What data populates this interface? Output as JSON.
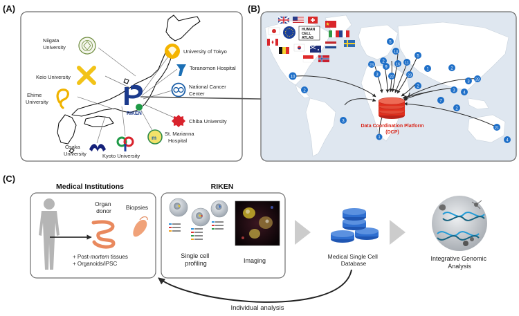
{
  "panel_a": {
    "label": "(A)",
    "institutions": {
      "niigata": [
        "Niigata",
        "University"
      ],
      "keio": "Keio University",
      "ehime": [
        "Ehime",
        "University"
      ],
      "osaka": [
        "Osaka",
        "University"
      ],
      "kyoto": "Kyoto University",
      "tokyo": "University of Tokyo",
      "toranomon": "Toranomon Hospital",
      "ncc": [
        "National Cancer",
        "Center"
      ],
      "chiba": "Chiba University",
      "marianna": [
        "St. Marianna",
        "Hospital"
      ]
    },
    "riken_logo": "RIKEN"
  },
  "panel_b": {
    "label": "(B)",
    "hca_logo": [
      "HUMAN",
      "CELL",
      "ATLAS"
    ],
    "dcp_label": [
      "Data Coordination Platform",
      "(DCP)"
    ],
    "site_counts": [
      "10",
      "3",
      "23",
      "2",
      "1",
      "2",
      "5",
      "3",
      "22",
      "13",
      "16",
      "11",
      "9",
      "23",
      "28",
      "2",
      "3",
      "5",
      "7",
      "2",
      "4",
      "3",
      "2",
      "21",
      "1",
      "4"
    ]
  },
  "panel_c": {
    "label": "(C)",
    "medical_title": "Medical Institutions",
    "organ_donor": [
      "Organ",
      "donor"
    ],
    "biopsies": "Biopsies",
    "tissues_note": "+ Post-mortem tissues",
    "tissues_note_prefix": "+ Post-",
    "tissues_note_italic": "mortem",
    "tissues_note_suffix": " tissues",
    "organoids_note": "+ Organoids/iPSC",
    "riken_title": "RIKEN",
    "single_cell": [
      "Single cell",
      "profiling"
    ],
    "imaging": "Imaging",
    "database": [
      "Medical Single Cell",
      "Database"
    ],
    "analysis": [
      "Integrative Genomic",
      "Analysis"
    ],
    "feedback": "Individual analysis"
  },
  "colors": {
    "panel_border": "#6e6e6e",
    "map_bg": "#dfe7f0",
    "land": "#ffffff",
    "dcp_red": "#e0301e",
    "badge_blue": "#1e6fc8",
    "db_blue": "#2f6fd0",
    "chevron_gray": "#cccccc",
    "riken_blue": "#1b3a8c"
  }
}
